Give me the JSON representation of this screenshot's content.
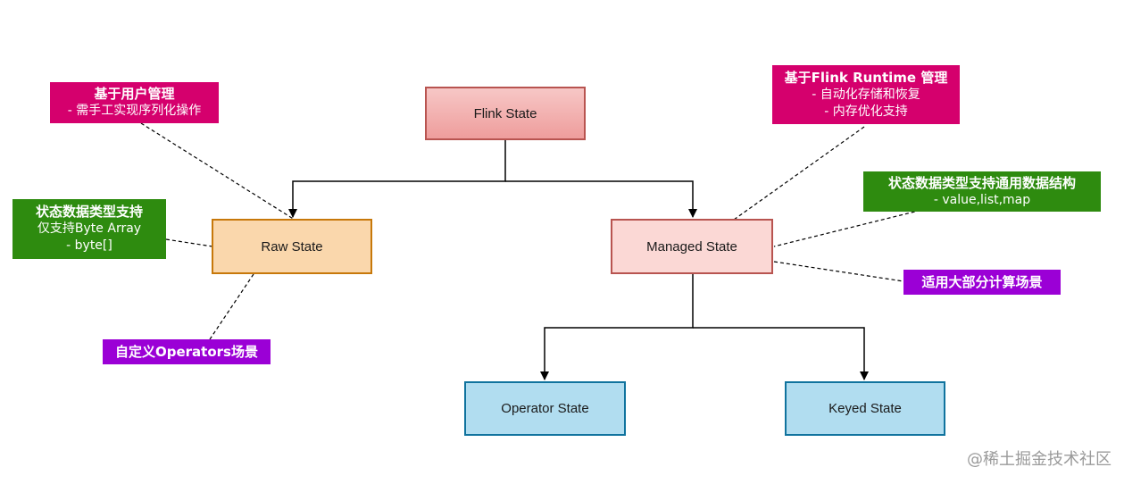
{
  "nodes": {
    "flink_state": "Flink State",
    "raw_state": "Raw State",
    "managed_state": "Managed State",
    "operator_state": "Operator State",
    "keyed_state": "Keyed State"
  },
  "notes": {
    "raw_managed_by": {
      "title": "基于用户管理",
      "lines": [
        "- 需手工实现序列化操作"
      ]
    },
    "raw_types": {
      "title": "状态数据类型支持",
      "lines": [
        "仅支持Byte Array",
        "- byte[]"
      ]
    },
    "raw_scenario": {
      "title": "自定义Operators场景"
    },
    "managed_by": {
      "title": "基于Flink Runtime 管理",
      "lines": [
        "- 自动化存储和恢复",
        "- 内存优化支持"
      ]
    },
    "managed_types": {
      "title": "状态数据类型支持通用数据结构",
      "lines": [
        "- value,list,map"
      ]
    },
    "managed_scenario": {
      "title": "适用大部分计算场景"
    }
  },
  "watermark": "@稀土掘金技术社区",
  "colors": {
    "flink_fill": "#f4b6b6",
    "flink_border": "#b85450",
    "raw_fill": "#fad7ac",
    "raw_border": "#c7780a",
    "managed_fill": "#fbd8d5",
    "managed_border": "#b85450",
    "leaf_fill": "#b1ddf0",
    "leaf_border": "#10739e",
    "pink": "#d5006d",
    "green": "#2e8b0f",
    "purple": "#9b00d6"
  }
}
